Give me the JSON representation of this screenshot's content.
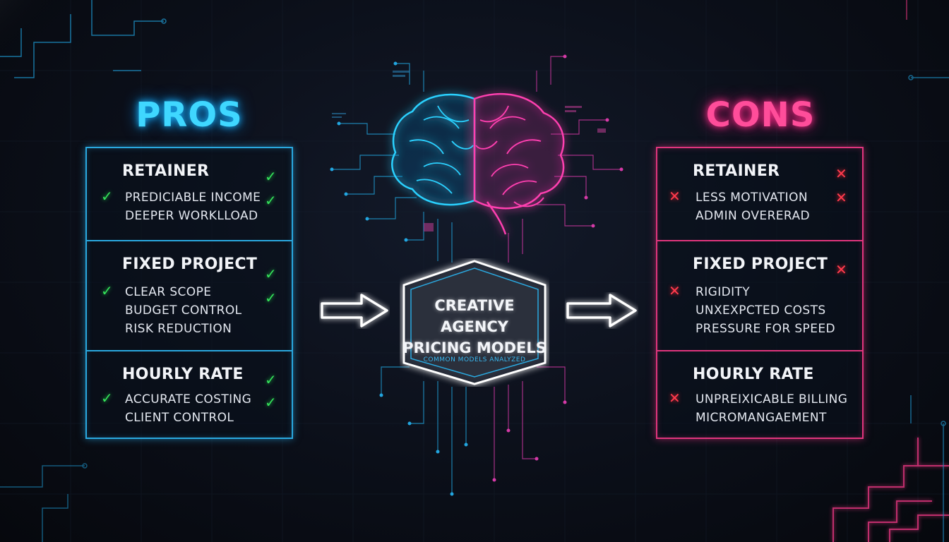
{
  "pros": {
    "title": "PROS",
    "sections": [
      {
        "title": "RETAINER",
        "items": [
          "PREDICIABLE INCOME",
          "DEEPER WORKLLOAD"
        ]
      },
      {
        "title": "FIXED PROJECT",
        "items": [
          "CLEAR SCOPE",
          "BUDGET CONTROL",
          "RISK REDUCTION"
        ]
      },
      {
        "title": "HOURLY RATE",
        "items": [
          "ACCURATE COSTING",
          "CLIENT CONTROL"
        ]
      }
    ]
  },
  "cons": {
    "title": "CONS",
    "sections": [
      {
        "title": "RETAINER",
        "items": [
          "LESS MOTIVATION",
          "ADMIN OVERERAD"
        ]
      },
      {
        "title": "FIXED PROJECT",
        "items": [
          "RIGIDITY",
          "UNXEXPCTED COSTS",
          "PRESSURE FOR SPEED"
        ]
      },
      {
        "title": "HOURLY RATE",
        "items": [
          "UNPREIXICABLE BILLING",
          "MICROMANGAEMENT"
        ]
      }
    ]
  },
  "center": {
    "title_line1": "CREATIVE AGENCY",
    "title_line2": "PRICING MODELS",
    "subtitle": "COMMON MODELS ANALYZED"
  },
  "icons": {
    "pro_mark": "check-icon",
    "con_mark": "cross-icon",
    "center_graphic": "brain-icon"
  },
  "colors": {
    "pros_accent": "#2aa8df",
    "cons_accent": "#e0357d",
    "check": "#35e25a",
    "cross": "#ff3b4d"
  }
}
